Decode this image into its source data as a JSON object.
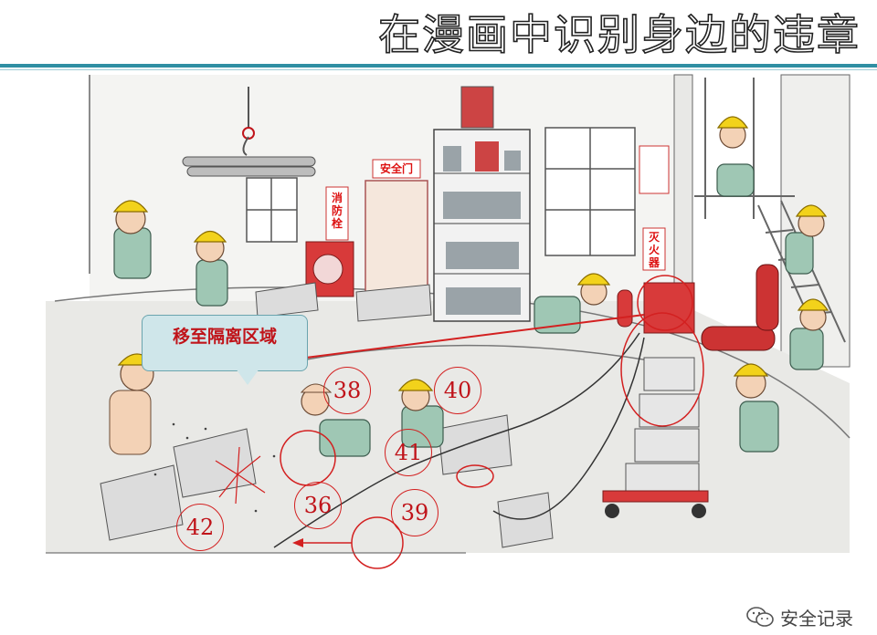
{
  "slide": {
    "title": "在漫画中识别身边的违章",
    "callout": "移至隔离区域",
    "footer_text": "安全记录",
    "footer_icon": "wechat-icon",
    "accent_color": "#2f8fa3",
    "marker_color": "#d32020"
  },
  "signs": {
    "safety_door": "安全门",
    "fire_hydrant": "消\n防\n栓",
    "extinguisher": "灭\n火\n器"
  },
  "markers": [
    "38",
    "40",
    "41",
    "36",
    "42",
    "39"
  ]
}
